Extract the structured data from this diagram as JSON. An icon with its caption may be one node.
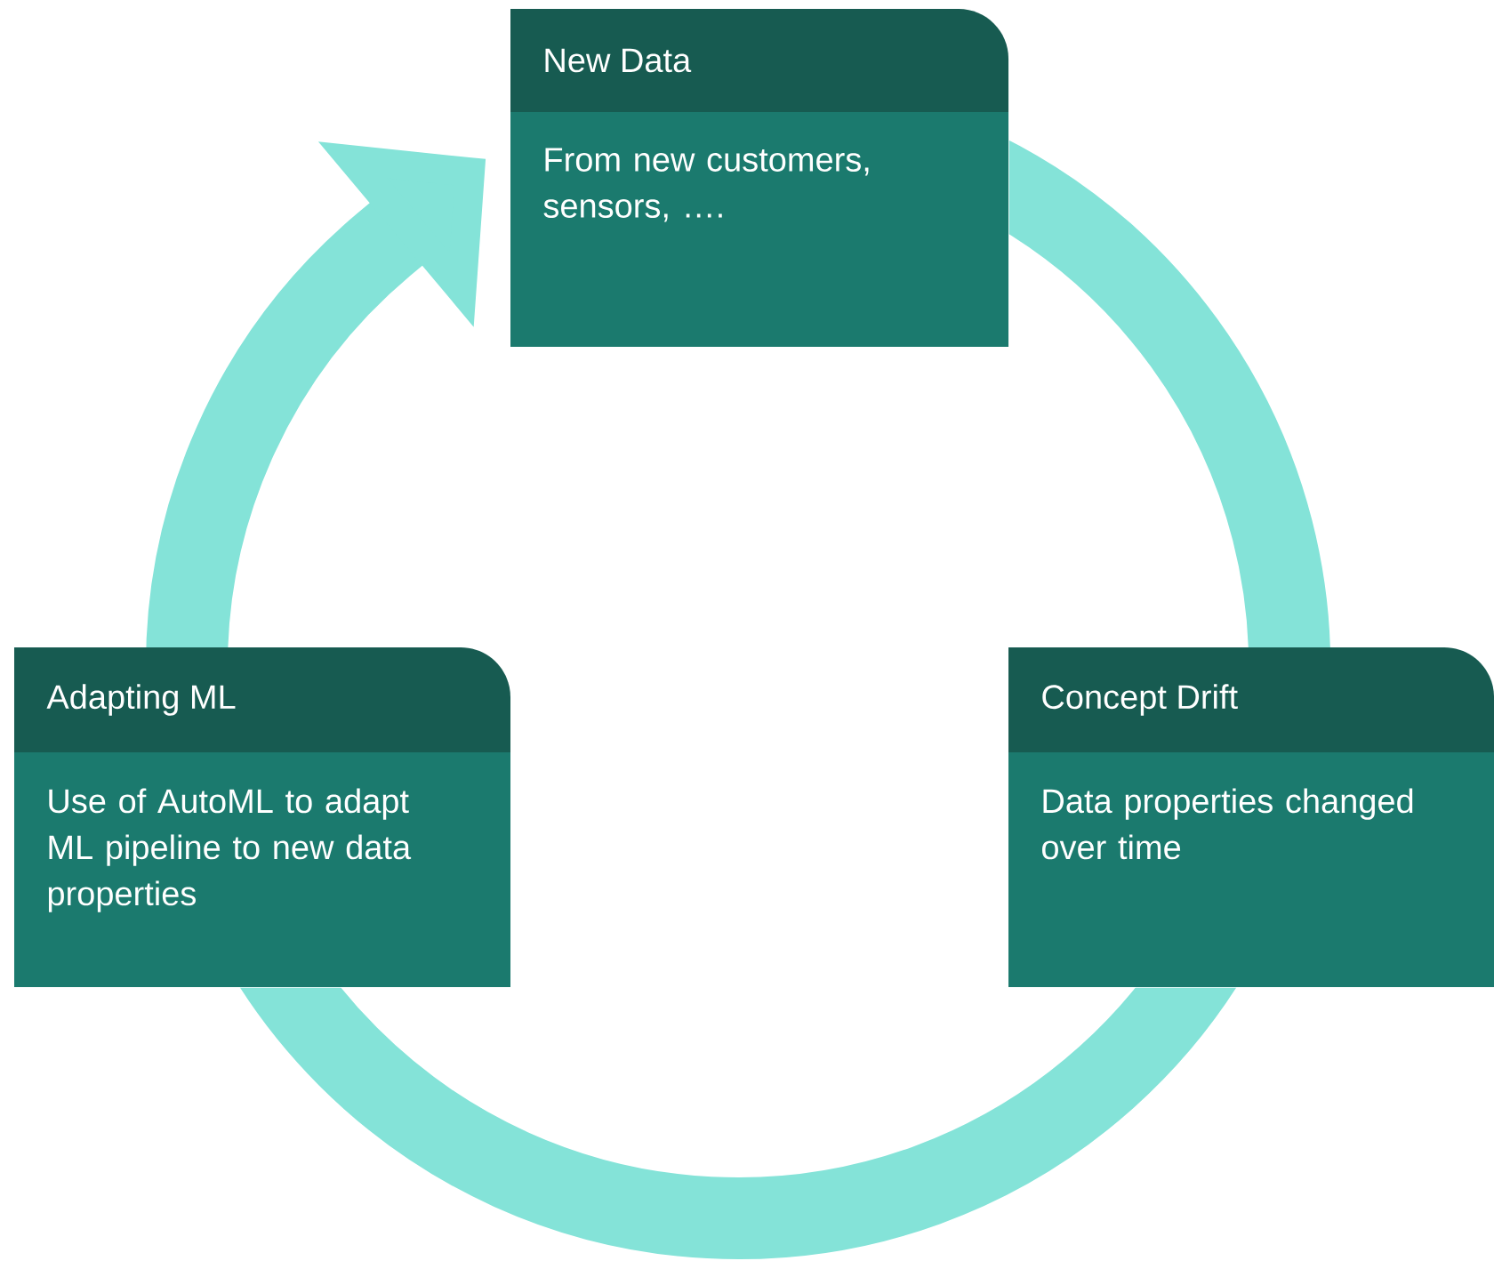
{
  "diagram": {
    "nodes": [
      {
        "text": [
          "New Data",
          "From new customers, sensors, …."
        ]
      },
      {
        "text": [
          "Adapting ML",
          "Use of AutoML to adapt ML pipeline to new data properties"
        ]
      },
      {
        "text": [
          "Concept Drift",
          "Data properties changed over time"
        ]
      }
    ],
    "edges": [
      {
        "from": 0,
        "to": 2,
        "arrow": "none"
      },
      {
        "from": 2,
        "to": 1,
        "arrow": "none"
      },
      {
        "from": 1,
        "to": 0,
        "arrow": "to"
      }
    ]
  }
}
